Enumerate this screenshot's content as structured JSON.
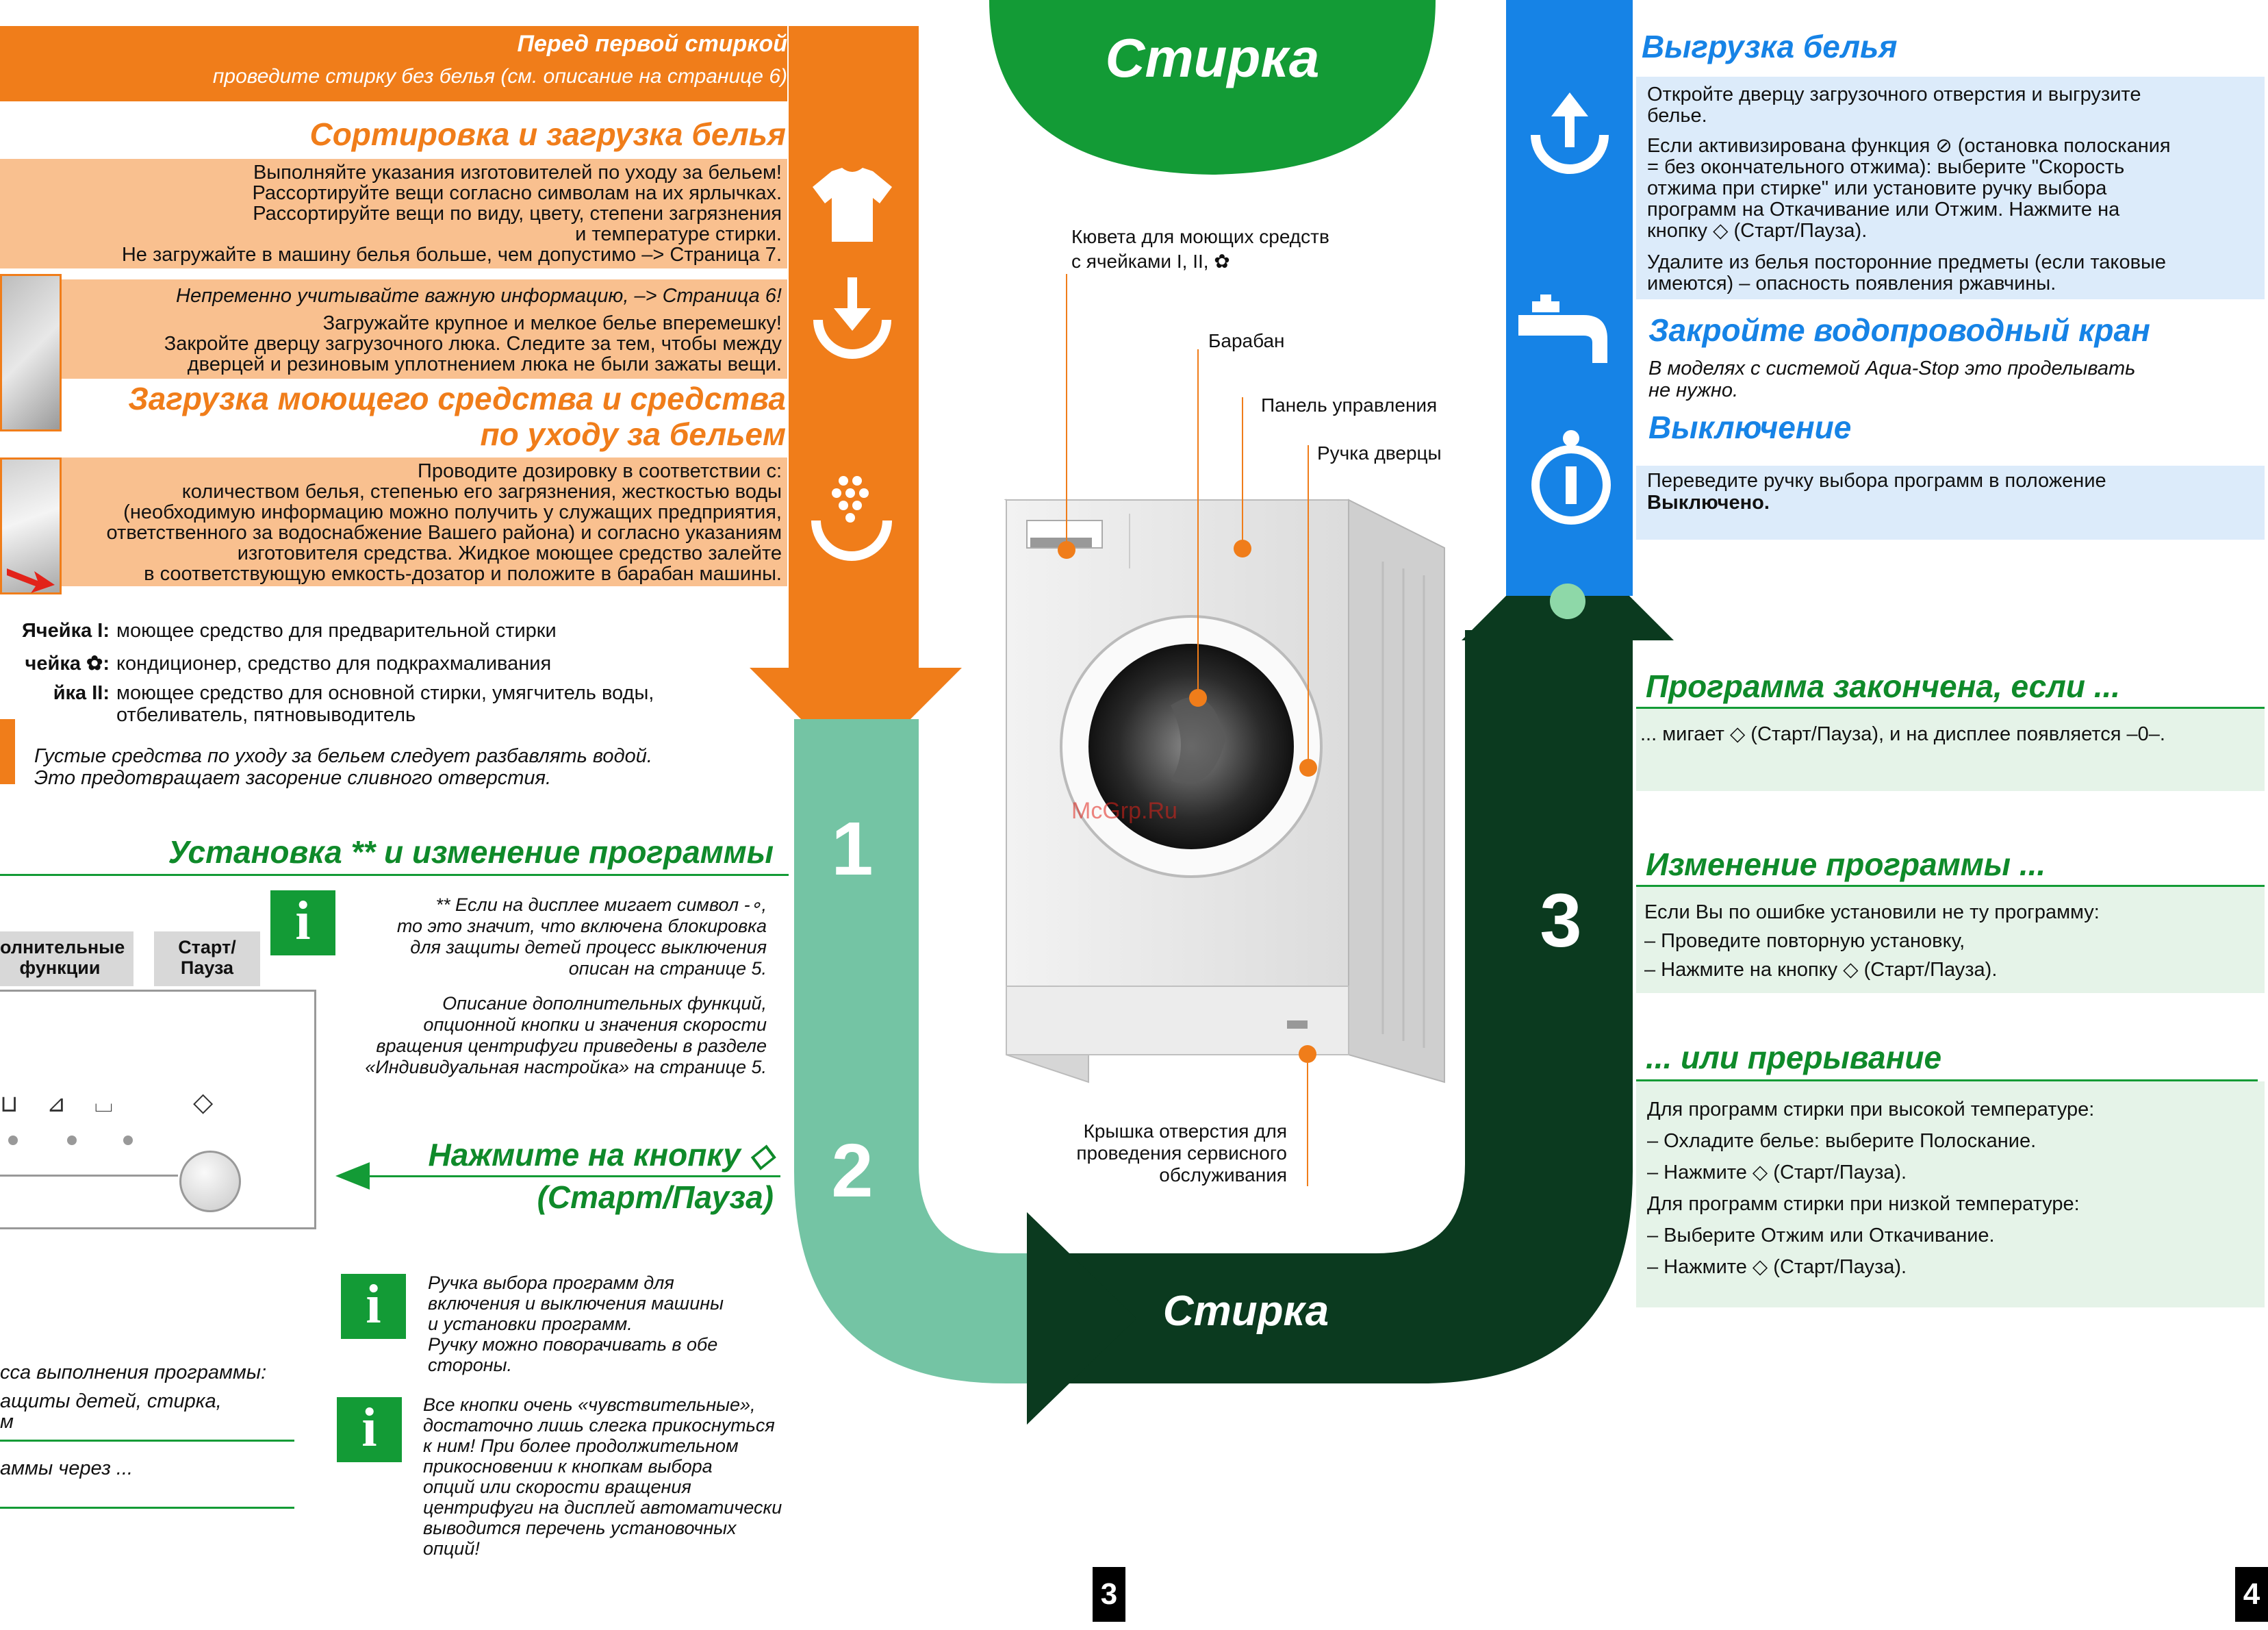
{
  "header_orange": {
    "title": "Перед первой стиркой",
    "subtitle": "проведите стирку без белья (см. описание на странице 6)"
  },
  "sorting": {
    "title": "Сортировка и загрузка белья",
    "lines": [
      "Выполняйте указания изготовителей по уходу за бельем!",
      "Рассортируйте вещи согласно символам на их ярлычках.",
      "Рассортируйте вещи по виду, цвету, степени загрязнения",
      "и температуре стирки.",
      "Не загружайте в машину белья больше, чем допустимо –> Страница 7."
    ],
    "note_italic": "Непременно учитывайте важную информацию, –> Страница 6!",
    "lines2": [
      "Загружайте крупное и мелкое белье вперемешку!",
      "Закройте дверцу загрузочного люка. Следите за тем, чтобы между",
      "дверцей и резиновым уплотнением люка не были зажаты вещи."
    ]
  },
  "detergent": {
    "title_line1": "Загрузка моющего средства и средства",
    "title_line2": "по уходу за бельем",
    "lines": [
      "Проводите дозировку в соответствии с:",
      "количеством белья, степенью его загрязнения, жесткостью воды",
      "(необходимую информацию можно получить у служащих предприятия,",
      "ответственного за водоснабжение Вашего района) и согласно указаниям",
      "изготовителя средства. Жидкое моющее средство залейте",
      "в соответствующую емкость-дозатор и положите в барабан машины."
    ]
  },
  "cells": [
    {
      "label": "Ячейка I:",
      "text": "моющее средство для предварительной стирки"
    },
    {
      "label": "чейка ✿:",
      "text": "кондиционер, средство для подкрахмаливания"
    },
    {
      "label": "йка II:",
      "text": "моющее средство для основной стирки, умягчитель воды,",
      "text2": "отбеливатель, пятновыводитель"
    }
  ],
  "thick_note": {
    "line1": "Густые средства по уходу за бельем следует разбавлять водой.",
    "line2": "Это предотвращает засорение сливного отверстия."
  },
  "program": {
    "title": "Установка ** и изменение программы",
    "btn_extra": "олнительные\nфункции",
    "btn_start": "Старт/\nПауза",
    "info1": [
      "** Если на дисплее мигает символ -∘,",
      "то это значит, что включена блокировка",
      "для защиты детей процесс выключения",
      "описан на странице 5."
    ],
    "info2": [
      "Описание дополнительных функций,",
      "опционной кнопки и значения скорости",
      "вращения центрифуги приведены в разделе",
      "«Индивидуальная настройка» на странице 5."
    ],
    "press_line1": "Нажмите на кнопку ◇",
    "press_line2": "(Старт/Паузa)",
    "info3": [
      "Ручка выбора программ для",
      "включения и выключения машины",
      "и установки программ.",
      "Ручку можно поворачивать в обе",
      "стороны."
    ],
    "info4": [
      "Все кнопки очень «чувствительные»,",
      "достаточно лишь слегка прикоснуться",
      "к ним! При более продолжительном",
      "прикосновении к кнопкам выбора",
      "опций или скорости вращения",
      "центрифуги на дисплей автоматически",
      "выводится перечень установочных",
      "опций!"
    ],
    "bottom1": "сса выполнения программы:",
    "bottom2": "ащиты детей, стирка,",
    "bottom3": "м",
    "bottom4": "аммы через ..."
  },
  "center": {
    "top_title": "Стирка",
    "bottom_title": "Стирка",
    "step1": "1",
    "step2": "2",
    "step3": "3",
    "labels": {
      "tray": [
        "Кювета для моющих средств",
        "с ячейками I, II, ✿"
      ],
      "drum": "Барабан",
      "panel": "Панель управления",
      "handle": "Ручка дверцы",
      "service": [
        "Крышка отверстия для",
        "проведения сервисного",
        "обслуживания"
      ]
    },
    "watermark": "McGrp.Ru"
  },
  "right": {
    "unload_title": "Выгрузка белья",
    "unload_p1": [
      "Откройте дверцу загрузочного отверстия и выгрузите",
      "белье."
    ],
    "unload_p2": [
      "Если активизирована функция ⊘ (остановка полоскания",
      "= без окончательного отжима): выберите \"Скорость",
      "отжима при стирке\" или установите ручку выбора",
      "программ на Откачивание или Отжим. Нажмите на",
      "кнопку ◇ (Старт/Пауза)."
    ],
    "unload_p3": [
      "Удалите из белья посторонние предметы (если таковые",
      "имеются) – опасность появления ржавчины."
    ],
    "tap_title": "Закройте водопроводный кран",
    "tap_text": [
      "В моделях с системой Aqua-Stop это проделывать",
      "не нужно."
    ],
    "off_title": "Выключение",
    "off_text1": "Переведите ручку выбора программ в положение",
    "off_text2": "Выключено.",
    "done_title": "Программа закончена, если ...",
    "done_text": "... мигает ◇ (Старт/Пауза), и на дисплее появляется –0–.",
    "change_title": "Изменение программы ...",
    "change_lines": [
      "Если Вы по ошибке установили не ту программу:",
      "– Проведите повторную установку,",
      "– Нажмите на кнопку ◇ (Старт/Пауза)."
    ],
    "abort_title": "... или прерывание",
    "abort_lines": [
      "Для программ стирки при высокой температуре:",
      "– Охладите белье: выберите Полоскание.",
      "– Нажмите ◇ (Старт/Пауза).",
      "Для программ стирки при низкой температуре:",
      "– Выберите Отжим или Откачивание.",
      "– Нажмите ◇ (Старт/Пауза)."
    ]
  },
  "page_numbers": {
    "left": "3",
    "right": "4"
  },
  "colors": {
    "orange": "#f07d1a",
    "light_orange": "#f9c08f",
    "green": "#139b36",
    "teal": "#74c4a4",
    "dark_green": "#0b3a1f",
    "blue": "#1683e6",
    "light_blue": "#dcebfa",
    "light_green": "#e5f3e8"
  }
}
